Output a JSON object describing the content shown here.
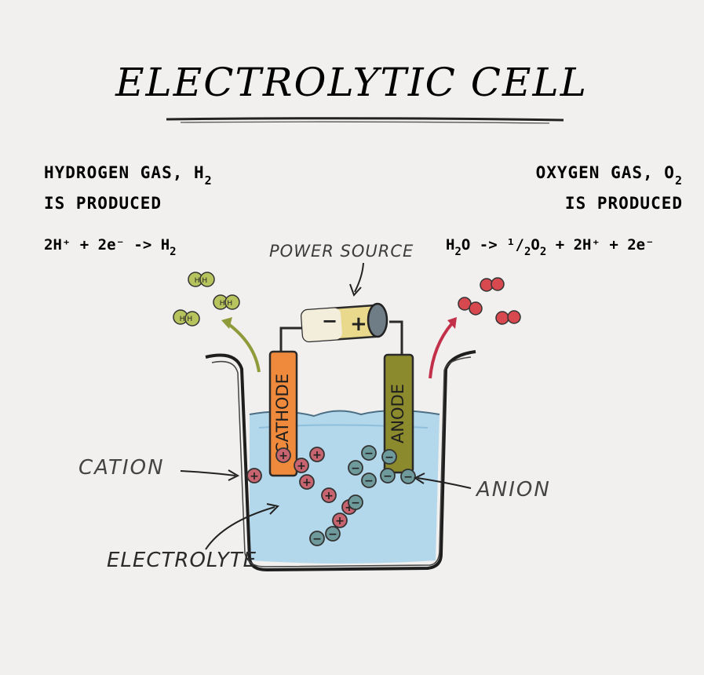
{
  "title": "ELECTROLYTIC CELL",
  "left": {
    "line1": "HYDROGEN GAS, H",
    "line1_sub": "2",
    "line2": "IS PRODUCED",
    "equation": "2H⁺ + 2e⁻ -> H",
    "equation_sub": "2"
  },
  "right": {
    "line1": "OXYGEN GAS, O",
    "line1_sub": "2",
    "line2": "IS PRODUCED",
    "eq_part1": "H",
    "eq_sub1": "2",
    "eq_part2": "O -> ¹/",
    "eq_sub2": "2",
    "eq_part3": "O",
    "eq_sub3": "2",
    "eq_part4": " + 2H⁺ + 2e⁻"
  },
  "labels": {
    "power_source": "POWER SOURCE",
    "cathode": "CATHODE",
    "anode": "ANODE",
    "cation": "CATION",
    "anion": "ANION",
    "electrolyte": "ELECTROLYTE",
    "battery_minus": "−",
    "battery_plus": "+",
    "h2_molecule": "H H",
    "cation_symbol": "+",
    "anion_symbol": "−"
  },
  "colors": {
    "cathode": "#ef8a3c",
    "anode": "#8b8a2c",
    "water": "#a9d3ea",
    "h2": "#b7c35d",
    "o2": "#d8494f",
    "cation": "#c7646f",
    "anion": "#6f9a9c",
    "arrow_h2": "#8f9b3a",
    "arrow_o2": "#c2304a"
  }
}
